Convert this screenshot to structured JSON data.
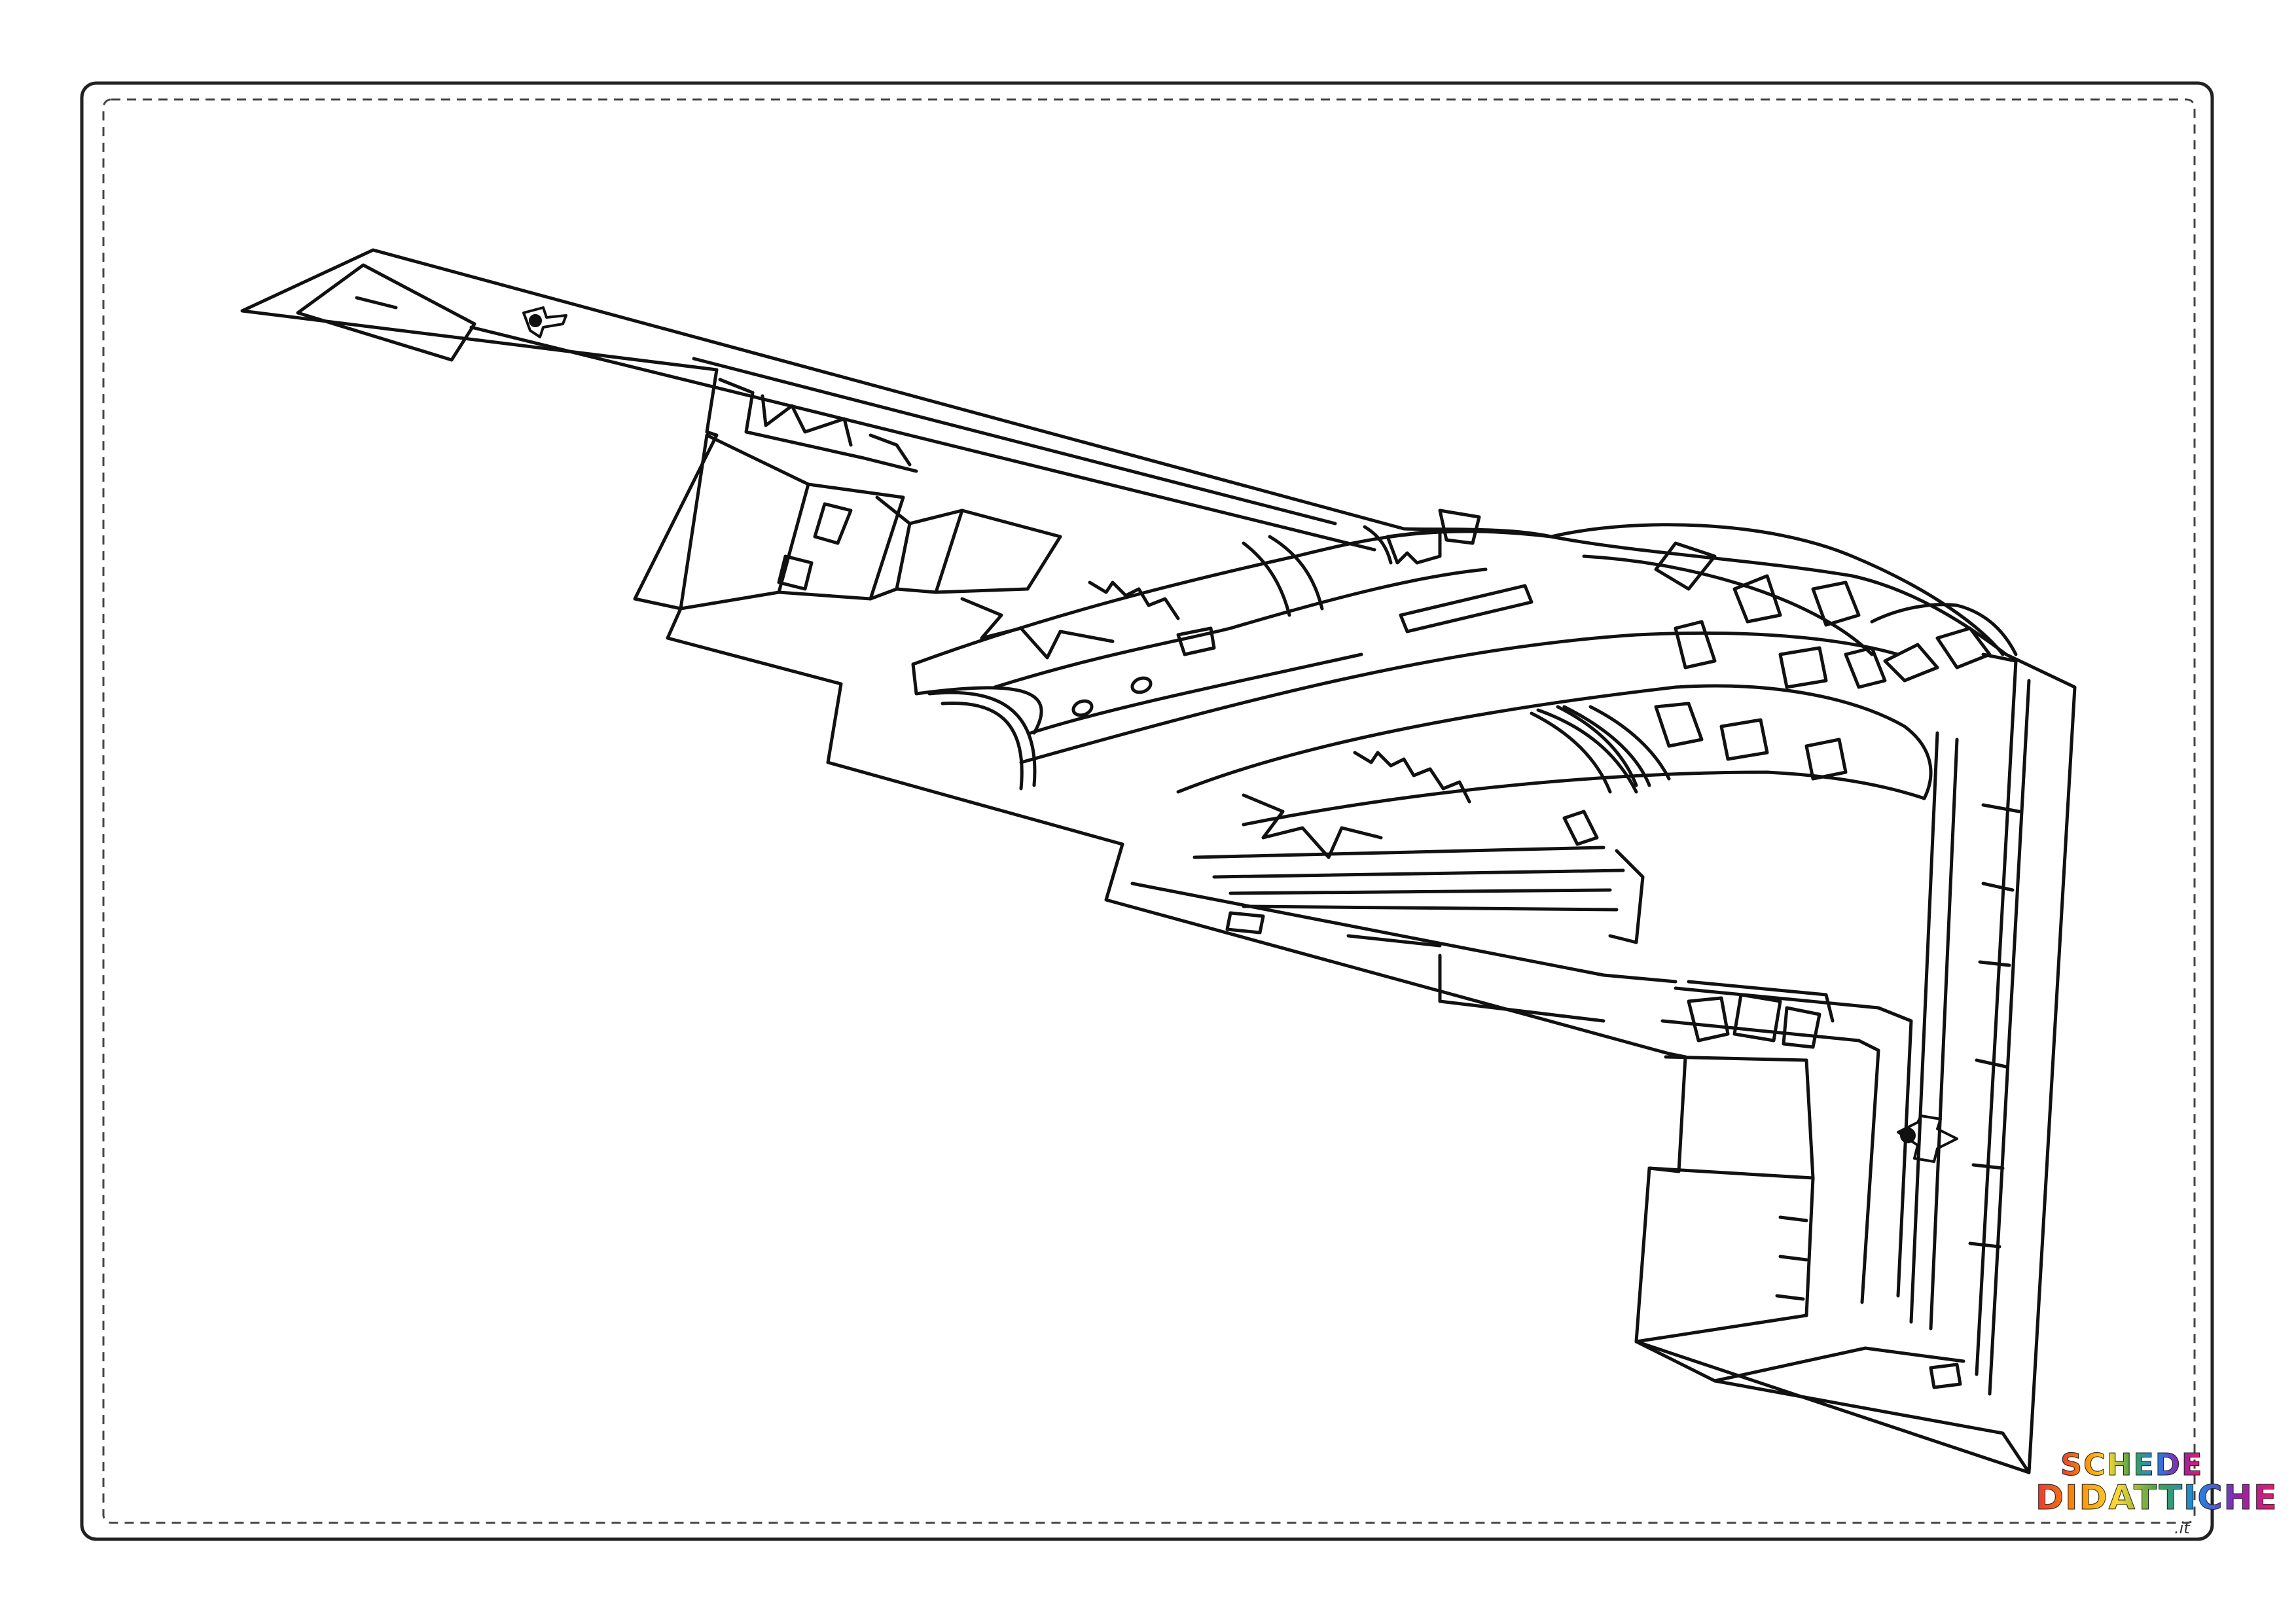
{
  "page": {
    "background": "#ffffff",
    "line_color": "#111111"
  },
  "illustration": {
    "subject": "stealth-bomber-line-art",
    "style": "coloring-page"
  },
  "frame": {
    "outer_border": "solid-rounded",
    "inner_border": "dashed"
  },
  "logo": {
    "line1": "SCHEDE",
    "line2": "DIDATTICHE",
    "tld": ".it"
  }
}
